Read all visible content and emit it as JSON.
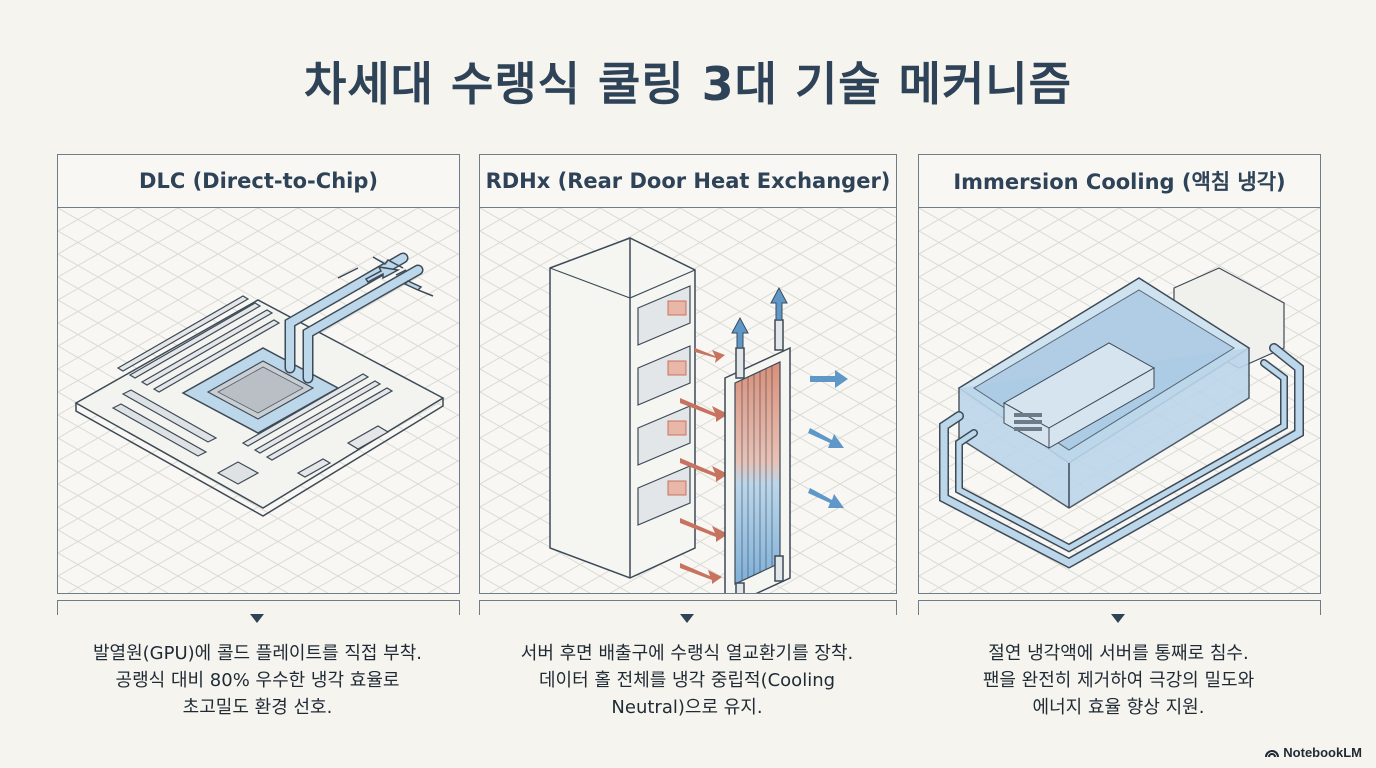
{
  "title": "차세대 수랭식 쿨링 3대 기술 메커니즘",
  "panels": [
    {
      "header": "DLC (Direct-to-Chip)",
      "description": [
        "발열원(GPU)에 콜드 플레이트를 직접 부착.",
        "공랭식 대비 80% 우수한 냉각 효율로",
        "초고밀도 환경 선호."
      ]
    },
    {
      "header": "RDHx (Rear Door Heat Exchanger)",
      "description": [
        "서버 후면 배출구에 수랭식 열교환기를 장착.",
        "데이터 홀 전체를 냉각 중립적(Cooling",
        "Neutral)으로 유지."
      ]
    },
    {
      "header": "Immersion Cooling (액침 냉각)",
      "description": [
        "절연 냉각액에 서버를 통째로 침수.",
        "팬을 완전히 제거하여 극강의 밀도와",
        "에너지 효율 향상 지원."
      ]
    }
  ],
  "brand": "NotebookLM",
  "colors": {
    "background": "#f6f4ee",
    "title": "#2e4357",
    "hot": "#c8735f",
    "cold": "#5f98c8",
    "coolant": "#bcd6ea"
  }
}
